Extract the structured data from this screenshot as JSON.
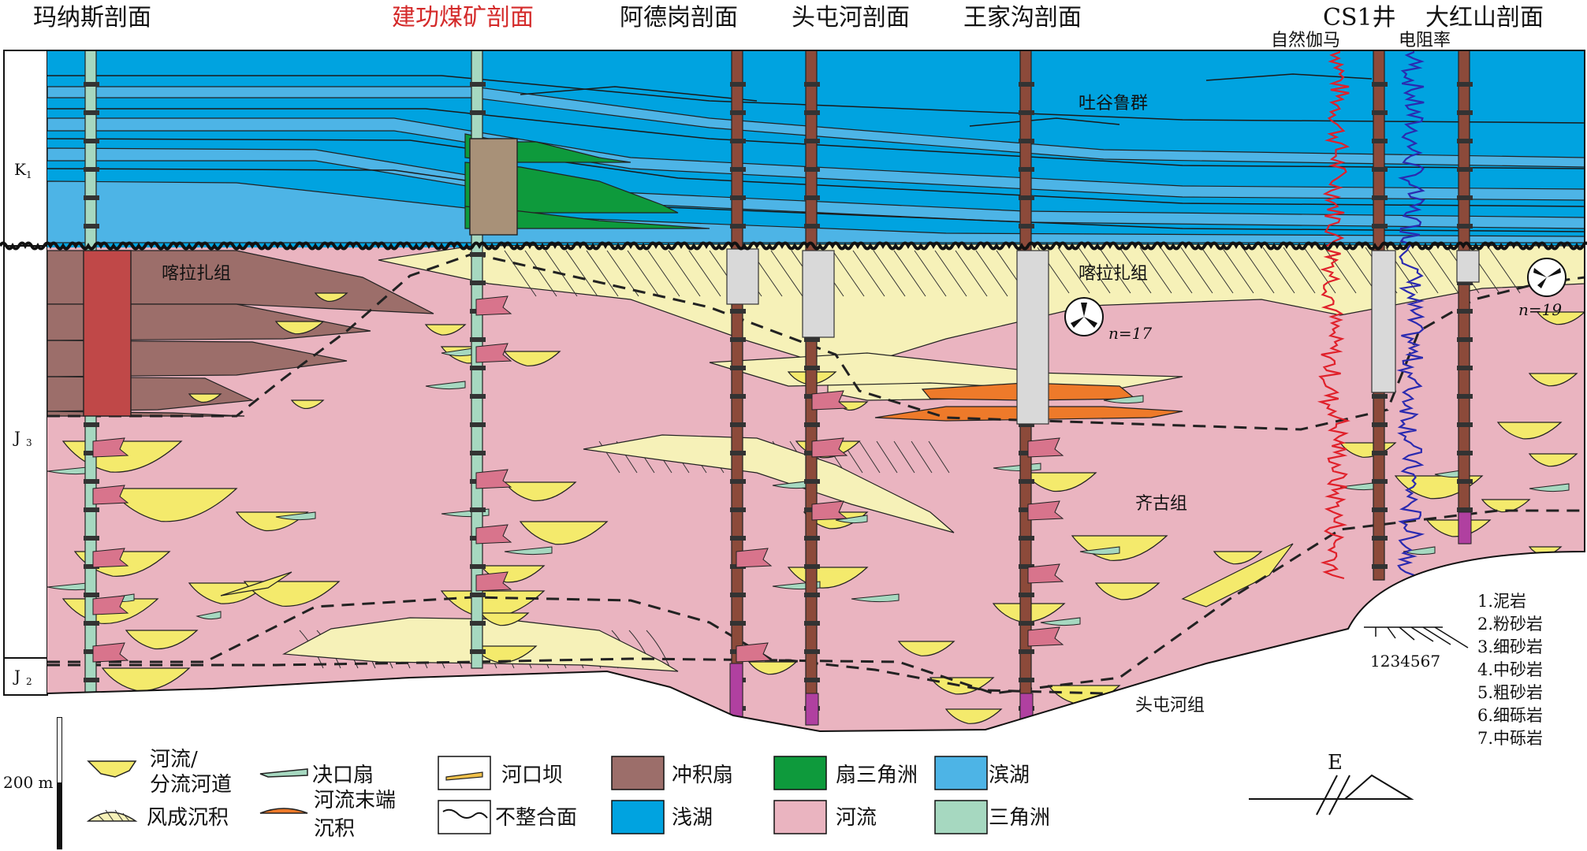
{
  "sections": [
    {
      "label": "玛纳斯剖面",
      "color": "#111111"
    },
    {
      "label": "建功煤矿剖面",
      "color": "#d42a2a"
    },
    {
      "label": "阿德岗剖面",
      "color": "#111111"
    },
    {
      "label": "头屯河剖面",
      "color": "#111111"
    },
    {
      "label": "王家沟剖面",
      "color": "#111111"
    },
    {
      "label": "CS1井",
      "color": "#111111"
    },
    {
      "label": "大红山剖面",
      "color": "#111111"
    }
  ],
  "well_logs": {
    "gamma": "自然伽马",
    "resistivity": "电阻率"
  },
  "strata_labels": {
    "k1": "K",
    "k1_sub": "1",
    "j3": "J",
    "j3_sub": "3",
    "j2": "J",
    "j2_sub": "2"
  },
  "formations": {
    "tugulu": "吐谷鲁群",
    "kalazha_west": "喀拉扎组",
    "kalazha_east": "喀拉扎组",
    "qigu": "齐古组",
    "toutunhe": "头屯河组"
  },
  "paleocurrent": {
    "n1": "n=17",
    "n2": "n=19"
  },
  "lithology_legend": [
    "1.泥岩",
    "2.粉砂岩",
    "3.细砂岩",
    "4.中砂岩",
    "5.粗砂岩",
    "6.细砾岩",
    "7.中砾岩"
  ],
  "grain_scale": "1234567",
  "scale_bar": "200 m",
  "direction": "E",
  "legend": [
    {
      "label": "河流/\n分流河道",
      "key": "channel"
    },
    {
      "label": "决口扇",
      "key": "crevasse"
    },
    {
      "label": "河口坝",
      "key": "mouthbar"
    },
    {
      "label": "冲积扇",
      "key": "alluvial",
      "color": "#9c6e6a"
    },
    {
      "label": "扇三角洲",
      "key": "fandelta",
      "color": "#0e9a3c"
    },
    {
      "label": "滨湖",
      "key": "shorelake",
      "color": "#4db4e6"
    },
    {
      "label": "风成沉积",
      "key": "eolian"
    },
    {
      "label": "河流末端\n沉积",
      "key": "terminal"
    },
    {
      "label": "不整合面",
      "key": "unconformity"
    },
    {
      "label": "浅湖",
      "key": "shallowlake",
      "color": "#00a3e0"
    },
    {
      "label": "河流",
      "key": "river",
      "color": "#eab4c0"
    },
    {
      "label": "三角洲",
      "key": "delta",
      "color": "#a6d8c0"
    }
  ],
  "colors": {
    "lake": "#00a3e0",
    "shore": "#4db4e6",
    "river": "#eab4c0",
    "sand": "#f4ea6c",
    "eolian": "#f6f1b8",
    "alluvial": "#9c6e6a",
    "fandelta": "#0e9a3c",
    "terminal": "#ee7a2a",
    "column": "#8c4a3a",
    "gamma": "#e0202a",
    "resistivity": "#2a2ab0"
  }
}
